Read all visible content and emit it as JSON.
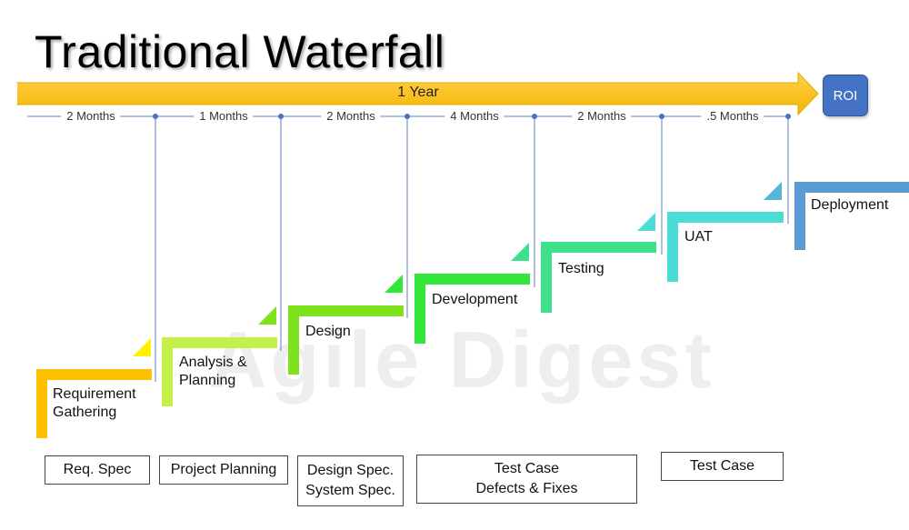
{
  "title": "Traditional Waterfall",
  "timeline": {
    "label": "1 Year",
    "color": "#ffc000"
  },
  "roi": {
    "label": "ROI",
    "color": "#4472c4"
  },
  "durations": [
    "2 Months",
    "1 Months",
    "2 Months",
    "4 Months",
    "2 Months",
    ".5 Months"
  ],
  "phases": [
    {
      "name": "Requirement\nGathering",
      "color": "#ffc000"
    },
    {
      "name": "Analysis &\nPlanning",
      "color": "#c4f048"
    },
    {
      "name": "Design",
      "color": "#7ee21c"
    },
    {
      "name": "Development",
      "color": "#33e63a"
    },
    {
      "name": "Testing",
      "color": "#3fe08c"
    },
    {
      "name": "UAT",
      "color": "#4bdcd6"
    },
    {
      "name": "Deployment",
      "color": "#5b9bd5"
    }
  ],
  "deliverables": [
    {
      "label": "Req. Spec"
    },
    {
      "label": "Project Planning"
    },
    {
      "label": "Design Spec.\nSystem Spec."
    },
    {
      "label": "Test Case\nDefects & Fixes"
    },
    {
      "label": "Test Case"
    }
  ],
  "watermark": "Agile Digest"
}
